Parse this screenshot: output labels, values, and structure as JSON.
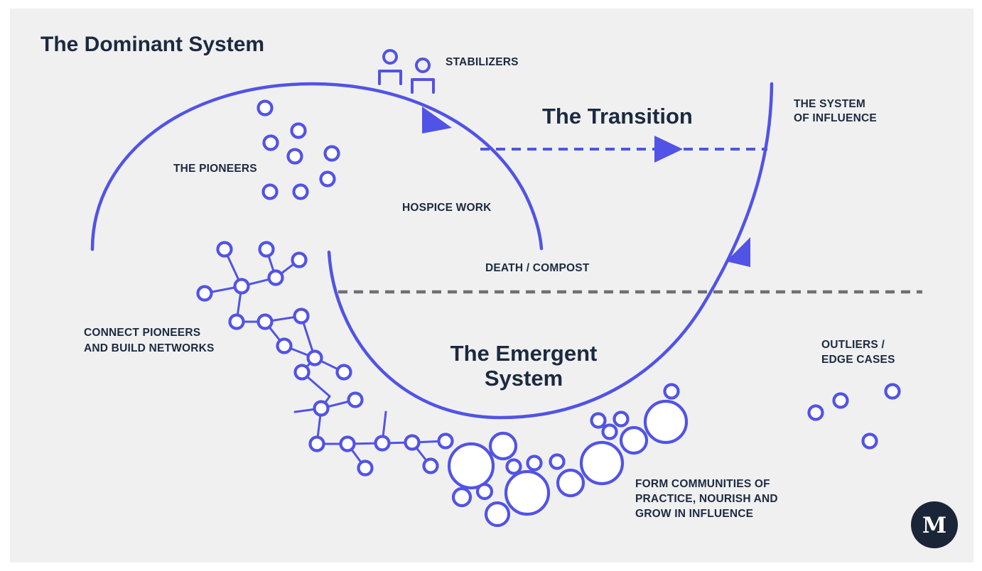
{
  "diagram": {
    "title_dominant": "The Dominant System",
    "title_transition": "The Transition",
    "title_emergent_line1": "The Emergent",
    "title_emergent_line2": "System",
    "labels": {
      "stabilizers": "STABILIZERS",
      "pioneers": "THE PIONEERS",
      "hospice_work": "HOSPICE WORK",
      "death_compost": "DEATH / COMPOST",
      "system_of_influence_line1": "THE SYSTEM",
      "system_of_influence_line2": "OF INFLUENCE",
      "connect_line1": "CONNECT PIONEERS",
      "connect_line2": "AND BUILD NETWORKS",
      "outliers_line1": "OUTLIERS /",
      "outliers_line2": "EDGE CASES",
      "communities_line1": "FORM COMMUNITIES OF",
      "communities_line2": "PRACTICE, NOURISH AND",
      "communities_line3": "GROW IN INFLUENCE"
    },
    "logo_letter": "M",
    "colors": {
      "background": "#f0f0f1",
      "accent": "#5153e6",
      "dashed_divider": "#6f7076",
      "text": "#1c2a40",
      "logo": "#1a2638"
    },
    "icons": [
      "person-icon",
      "person-icon",
      "circle-node-icon",
      "arrow-head-icon",
      "logo-badge"
    ]
  }
}
